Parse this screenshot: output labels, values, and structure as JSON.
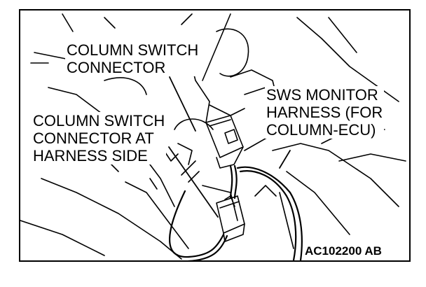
{
  "labels": {
    "column_switch_connector": [
      "COLUMN SWITCH",
      "CONNECTOR"
    ],
    "column_switch_connector_harness_side": [
      "COLUMN SWITCH",
      "CONNECTOR AT",
      "HARNESS SIDE"
    ],
    "sws_monitor_harness": [
      "SWS MONITOR",
      "HARNESS (FOR",
      "COLUMN-ECU)"
    ]
  },
  "figure_code": "AC102200 AB"
}
